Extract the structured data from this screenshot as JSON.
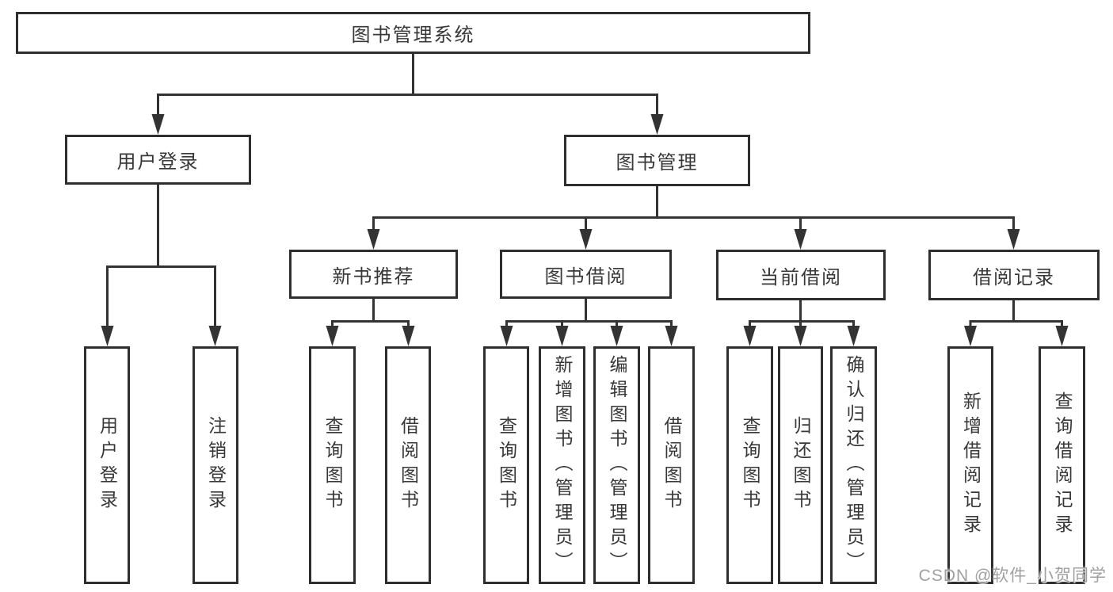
{
  "diagram": {
    "title": "图书管理系统",
    "level2": {
      "user_login": "用户登录",
      "book_management": "图书管理"
    },
    "level3": {
      "new_book_recommend": "新书推荐",
      "book_borrow": "图书借阅",
      "current_borrow": "当前借阅",
      "borrow_records": "借阅记录"
    },
    "leaves": {
      "user_login": "用户登录",
      "logout": "注销登录",
      "recommend_query_books": "查询图书",
      "recommend_borrow_books": "借阅图书",
      "borrow_query_books": "查询图书",
      "borrow_add_books": "新增图书（管理员）",
      "borrow_edit_books": "编辑图书（管理员）",
      "borrow_borrow_books": "借阅图书",
      "current_query_books": "查询图书",
      "current_return_books": "归还图书",
      "current_confirm_return": "确认归还（管理员）",
      "records_add_record": "新增借阅记录",
      "records_query_record": "查询借阅记录"
    },
    "colors": {
      "line": "#333333",
      "box_border": "#2e2e2e",
      "text": "#383838",
      "background": "#ffffff",
      "watermark_text": "#a0a0a0"
    }
  },
  "watermark": {
    "text": "CSDN @软件_小贺同学"
  }
}
